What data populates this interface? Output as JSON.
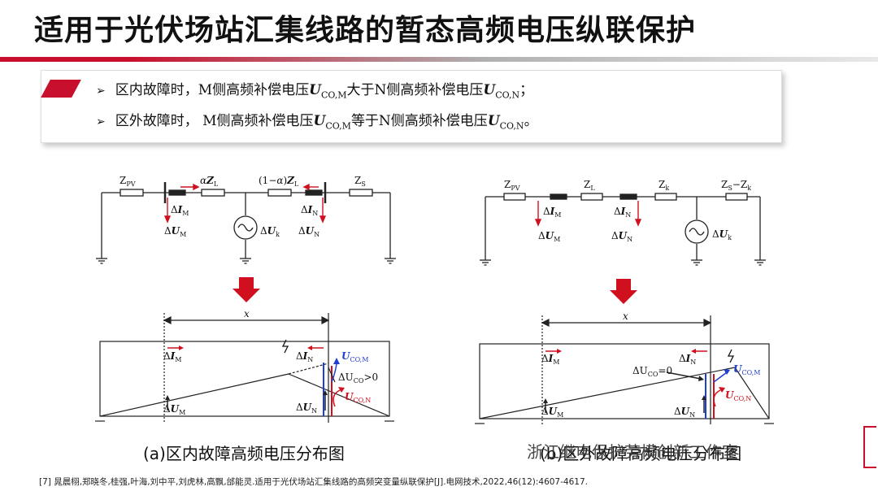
{
  "title": "适用于光伏场站汇集线路的暂态高频电压纵联保护",
  "bullets": [
    {
      "pre": "区内故障时，M侧高频补偿电压",
      "u": "U",
      "s1": "CO,M",
      "mid": "大于N侧高频补偿电压",
      "u2": "U",
      "s2": "CO,N",
      "end": "；"
    },
    {
      "pre": "区外故障时， M侧高频补偿电压",
      "u": "U",
      "s1": "CO,M",
      "mid": "等于N侧高频补偿电压",
      "u2": "U",
      "s2": "CO,N",
      "end": "。"
    }
  ],
  "captions": {
    "a": "(a)区内故障高频电压分布图",
    "b": "(b)区外故障高频电压分布图"
  },
  "watermark": "浙江继电保护劳模创新工作室",
  "reference": "[7] 晁晨栩,郑晓冬,桂强,叶海,刘中平,刘虎林,高飘,邰能灵.适用于光伏场站汇集线路的高频突变量纵联保护[J].电网技术,2022,46(12):4607-4617.",
  "colors": {
    "accent": "#c8102e",
    "blue": "#1f3fd0"
  }
}
